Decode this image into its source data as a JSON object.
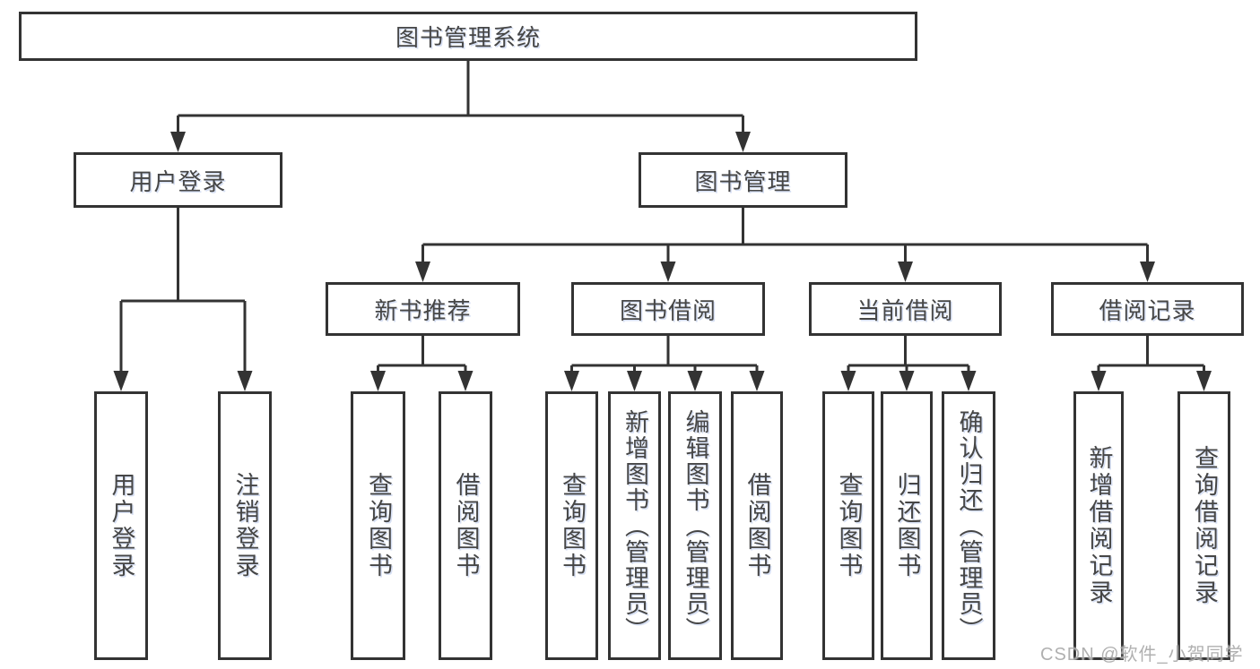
{
  "diagram_title": "图书管理系统",
  "colors": {
    "line": "#333333",
    "box_border": "#333333",
    "text": "#464646",
    "watermark": "#a5a5a5",
    "background": "#ffffff"
  },
  "root": {
    "label": "图书管理系统"
  },
  "level2": [
    {
      "label": "用户登录"
    },
    {
      "label": "图书管理"
    }
  ],
  "level3": [
    {
      "label": "新书推荐",
      "parent": "图书管理"
    },
    {
      "label": "图书借阅",
      "parent": "图书管理"
    },
    {
      "label": "当前借阅",
      "parent": "图书管理"
    },
    {
      "label": "借阅记录",
      "parent": "图书管理"
    }
  ],
  "leaves": [
    {
      "label": "用户登录",
      "parent": "用户登录"
    },
    {
      "label": "注销登录",
      "parent": "用户登录"
    },
    {
      "label": "查询图书",
      "parent": "新书推荐"
    },
    {
      "label": "借阅图书",
      "parent": "新书推荐"
    },
    {
      "label": "查询图书",
      "parent": "图书借阅"
    },
    {
      "label": "新增图书（管理员）",
      "parent": "图书借阅"
    },
    {
      "label": "编辑图书（管理员）",
      "parent": "图书借阅"
    },
    {
      "label": "借阅图书",
      "parent": "图书借阅"
    },
    {
      "label": "查询图书",
      "parent": "当前借阅"
    },
    {
      "label": "归还图书",
      "parent": "当前借阅"
    },
    {
      "label": "确认归还（管理员）",
      "parent": "当前借阅"
    },
    {
      "label": "新增借阅记录",
      "parent": "借阅记录"
    },
    {
      "label": "查询借阅记录",
      "parent": "借阅记录"
    }
  ],
  "watermark": {
    "text": "CSDN @软件_小贺同学"
  }
}
